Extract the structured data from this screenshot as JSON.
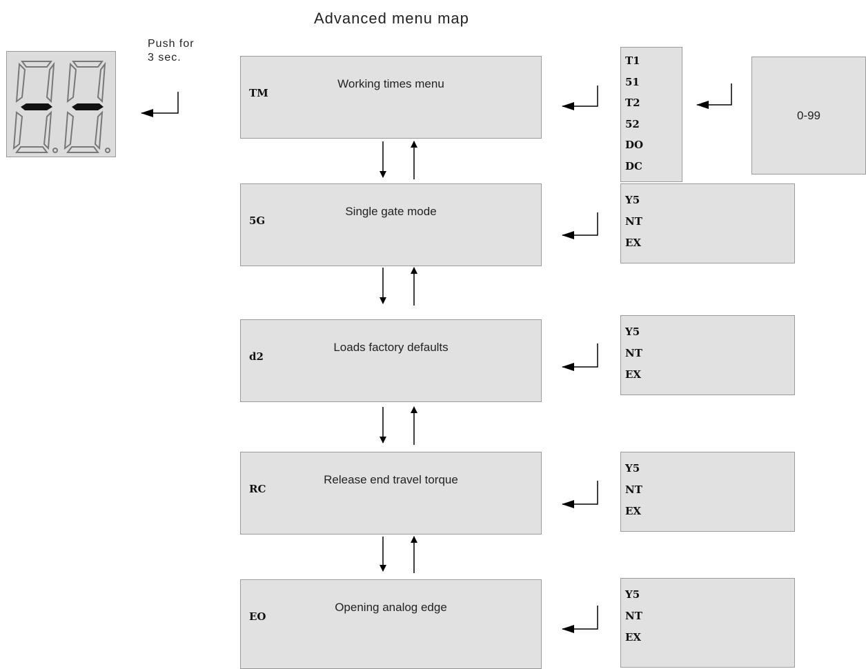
{
  "title": "Advanced menu map",
  "push_note": [
    "Push for",
    "3 sec."
  ],
  "range": "0-99",
  "menus": [
    {
      "code": "TM",
      "label": "Working times menu"
    },
    {
      "code": "5G",
      "label": "Single gate mode",
      "options": [
        "Y5",
        "NT",
        "EX"
      ]
    },
    {
      "code": "d2",
      "label": "Loads factory defaults",
      "options": [
        "Y5",
        "NT",
        "EX"
      ]
    },
    {
      "code": "RC",
      "label": "Release end travel torque",
      "options": [
        "Y5",
        "NT",
        "EX"
      ]
    },
    {
      "code": "EO",
      "label": "Opening analog edge",
      "options": [
        "Y5",
        "NT",
        "EX"
      ]
    }
  ],
  "timer_items": [
    "T1",
    "51",
    "T2",
    "52",
    "DO",
    "DC"
  ],
  "colors": {
    "box_fill": "#e1e1e1",
    "box_border": "#9a9a9a",
    "arrow": "#000000"
  }
}
